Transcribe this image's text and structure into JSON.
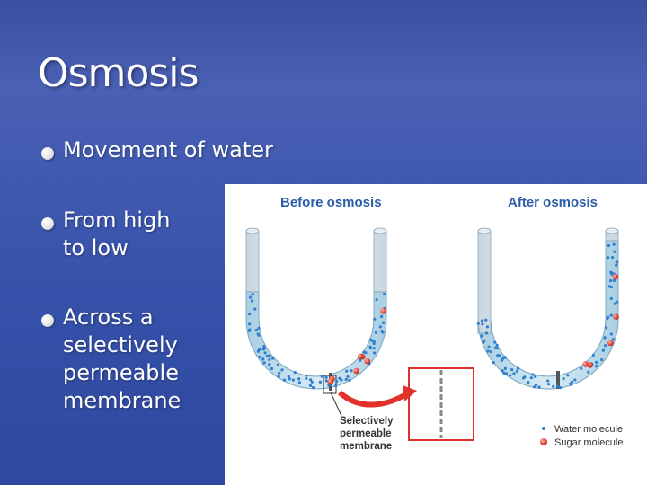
{
  "slide": {
    "title": "Osmosis",
    "bullets": [
      {
        "lines": [
          "Movement of water"
        ]
      },
      {
        "lines": [
          "From high",
          "to low"
        ]
      },
      {
        "lines": [
          "Across a",
          "selectively",
          "permeable",
          "membrane"
        ]
      }
    ]
  },
  "figure": {
    "before_label": "Before osmosis",
    "after_label": "After osmosis",
    "membrane_label": [
      "Selectively",
      "permeable",
      "membrane"
    ],
    "legend": {
      "water": "Water molecule",
      "sugar": "Sugar molecule"
    }
  }
}
